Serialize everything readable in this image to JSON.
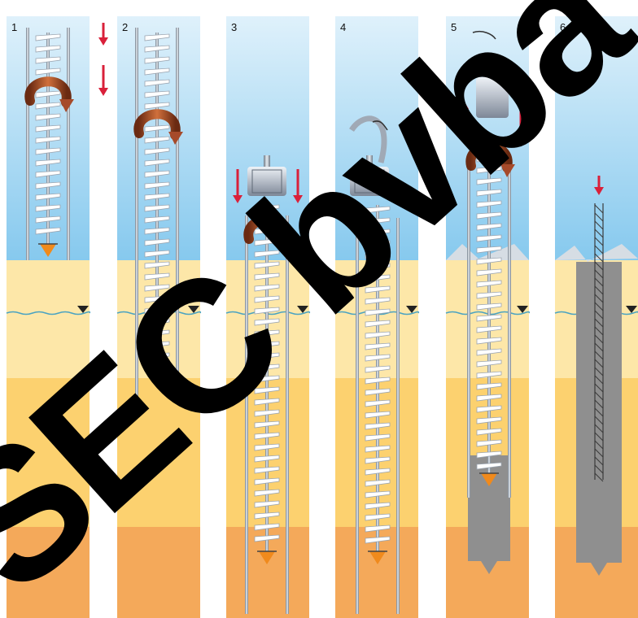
{
  "diagram": {
    "steps": [
      {
        "label": "1"
      },
      {
        "label": "2"
      },
      {
        "label": "3"
      },
      {
        "label": "4"
      },
      {
        "label": "5"
      },
      {
        "label": "6"
      }
    ],
    "colors": {
      "sky_top": "#dcf0fb",
      "sky_bottom": "#8ccbee",
      "soil_light": "#fde7a8",
      "soil_mid": "#fcd16f",
      "soil_deep": "#f4a95a",
      "concrete": "#8f8f8f",
      "arrow_red": "#d9203a",
      "rotation_arrow": "#a64a2a",
      "water_line": "#4aa3c2",
      "drill_tip": "#f08a1c"
    }
  },
  "watermark": {
    "text": "SEC bvba"
  }
}
